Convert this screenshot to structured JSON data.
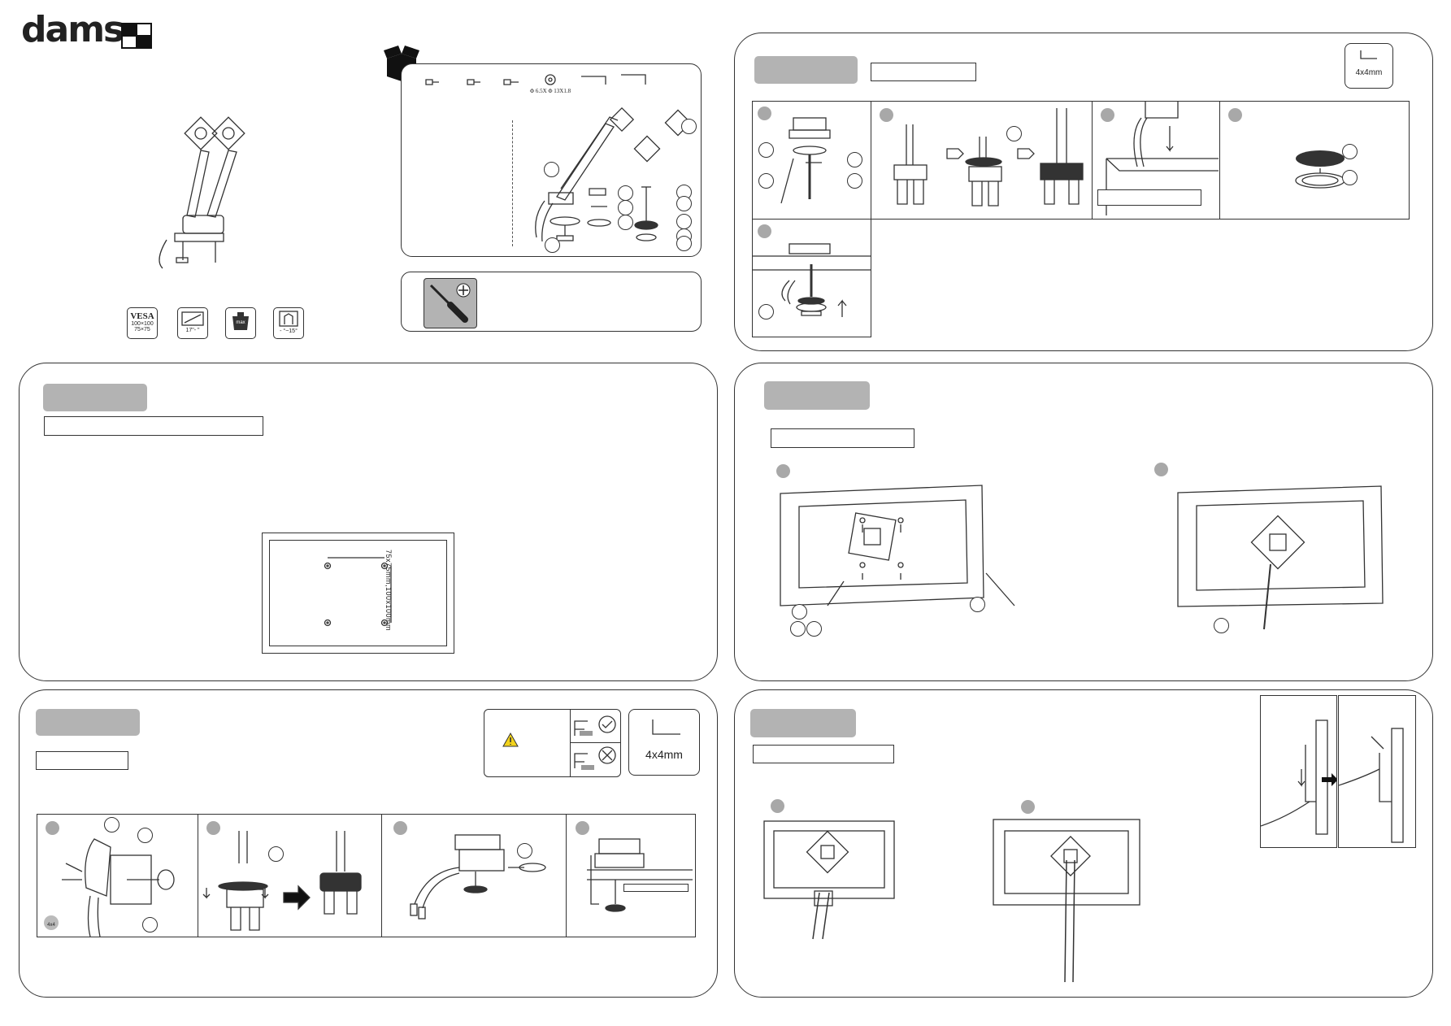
{
  "brand": {
    "name": "dams"
  },
  "spec_icons": [
    {
      "icon": "vesa-icon",
      "title": "VESA",
      "line1": "100×100",
      "line2": "75×75"
    },
    {
      "icon": "screen-size-icon",
      "text": "17\"-   \""
    },
    {
      "icon": "weight-icon",
      "text": "max"
    },
    {
      "icon": "tilt-icon",
      "text": "-  °~15°"
    }
  ],
  "hardware": {
    "washer_label": "Φ 6.5X Φ 13X1.8"
  },
  "tools": {
    "allen_key": "4x4mm"
  },
  "vesa_panel": {
    "dimension_label": "75x75mm,100x100mm"
  },
  "colors": {
    "tag_gray": "#b3b3b3",
    "line": "#333333"
  }
}
